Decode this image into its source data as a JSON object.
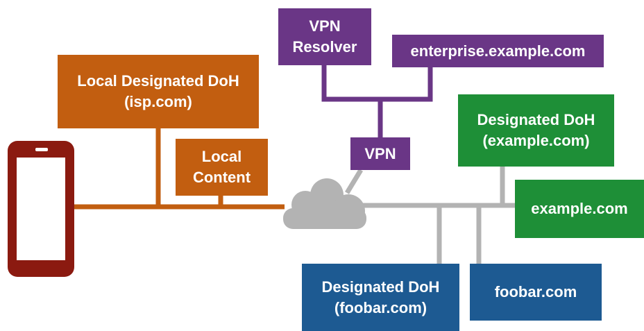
{
  "nodes": {
    "local_doh": {
      "line1": "Local Designated DoH",
      "line2": "(isp.com)"
    },
    "local_content": {
      "line1": "Local",
      "line2": "Content"
    },
    "vpn_resolver": {
      "line1": "VPN",
      "line2": "Resolver"
    },
    "enterprise": {
      "line1": "enterprise.example.com"
    },
    "vpn": {
      "line1": "VPN"
    },
    "designated_doh_example": {
      "line1": "Designated DoH",
      "line2": "(example.com)"
    },
    "example": {
      "line1": "example.com"
    },
    "designated_doh_foobar": {
      "line1": "Designated DoH",
      "line2": "(foobar.com)"
    },
    "foobar": {
      "line1": "foobar.com"
    }
  },
  "icons": {
    "device": "smartphone-icon",
    "network": "cloud-icon"
  },
  "colors": {
    "local": "#c25e10",
    "vpn": "#6a3686",
    "example": "#1e8f37",
    "foobar": "#1d5a92",
    "device": "#8b1a10",
    "cloud": "#b3b3b3"
  }
}
